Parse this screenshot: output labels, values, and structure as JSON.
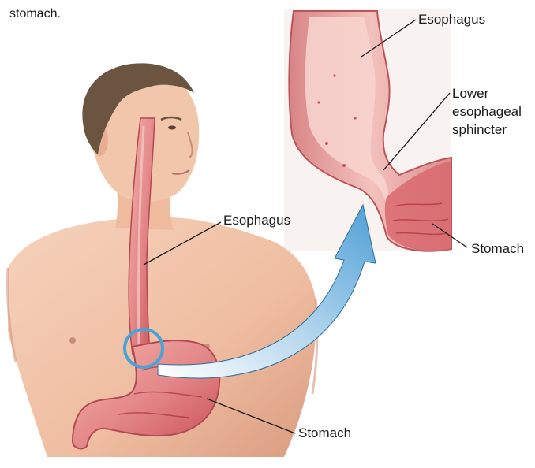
{
  "caption_fragment": "stomach.",
  "labels": {
    "esophagus_closeup": "Esophagus",
    "lower_esophageal_sphincter": {
      "line1": "Lower",
      "line2": "esophageal",
      "line3": "sphincter"
    },
    "stomach_closeup": "Stomach",
    "esophagus_body": "Esophagus",
    "stomach_body": "Stomach"
  },
  "colors": {
    "skin": "#f1c3a7",
    "skin_shadow": "#d99b80",
    "hair": "#6b5540",
    "tissue": "#e27f80",
    "tissue_dark": "#c2464d",
    "highlight_ring": "#4aa3d6",
    "arrow_start": "#ffffff",
    "arrow_end": "#5aa6d9"
  }
}
